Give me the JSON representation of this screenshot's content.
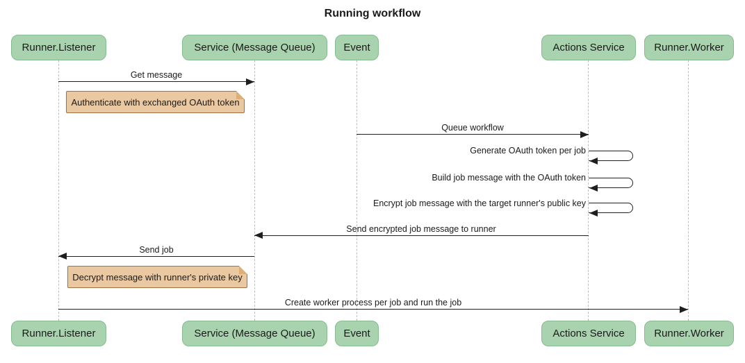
{
  "title": "Running workflow",
  "colors": {
    "background": "#ffffff",
    "text": "#1a1a1a",
    "actor_fill": "#a8d3ae",
    "actor_border": "#84bb90",
    "note_fill": "#eac8a1",
    "note_border": "#9f7140",
    "note_fold": "#dcae78",
    "lifeline": "#bdbdbd",
    "line": "#1f1f1f"
  },
  "actors": [
    {
      "id": "runner-listener",
      "label": "Runner.Listener"
    },
    {
      "id": "service-message-queue",
      "label": "Service (Message Queue)"
    },
    {
      "id": "event",
      "label": "Event"
    },
    {
      "id": "actions-service",
      "label": "Actions Service"
    },
    {
      "id": "runner-worker",
      "label": "Runner.Worker"
    }
  ],
  "messages": [
    {
      "label": "Get message",
      "from": "Runner.Listener",
      "to": "Service (Message Queue)",
      "type": "solid-arrow"
    },
    {
      "label": "Queue workflow",
      "from": "Event",
      "to": "Actions Service",
      "type": "solid-arrow"
    },
    {
      "label": "Generate OAuth token per job",
      "from": "Actions Service",
      "to": "Actions Service",
      "type": "self-loop"
    },
    {
      "label": "Build job message with the OAuth token",
      "from": "Actions Service",
      "to": "Actions Service",
      "type": "self-loop"
    },
    {
      "label": "Encrypt job message with the target runner's public key",
      "from": "Actions Service",
      "to": "Actions Service",
      "type": "self-loop"
    },
    {
      "label": "Send encrypted job message to runner",
      "from": "Actions Service",
      "to": "Service (Message Queue)",
      "type": "solid-arrow"
    },
    {
      "label": "Send job",
      "from": "Service (Message Queue)",
      "to": "Runner.Listener",
      "type": "solid-arrow"
    },
    {
      "label": "Create worker process per job and run the job",
      "from": "Runner.Listener",
      "to": "Runner.Worker",
      "type": "solid-arrow"
    }
  ],
  "notes": [
    {
      "label": "Authenticate with exchanged OAuth token",
      "over": "Runner.Listener"
    },
    {
      "label": "Decrypt message with runner's private key",
      "over": "Runner.Listener"
    }
  ]
}
